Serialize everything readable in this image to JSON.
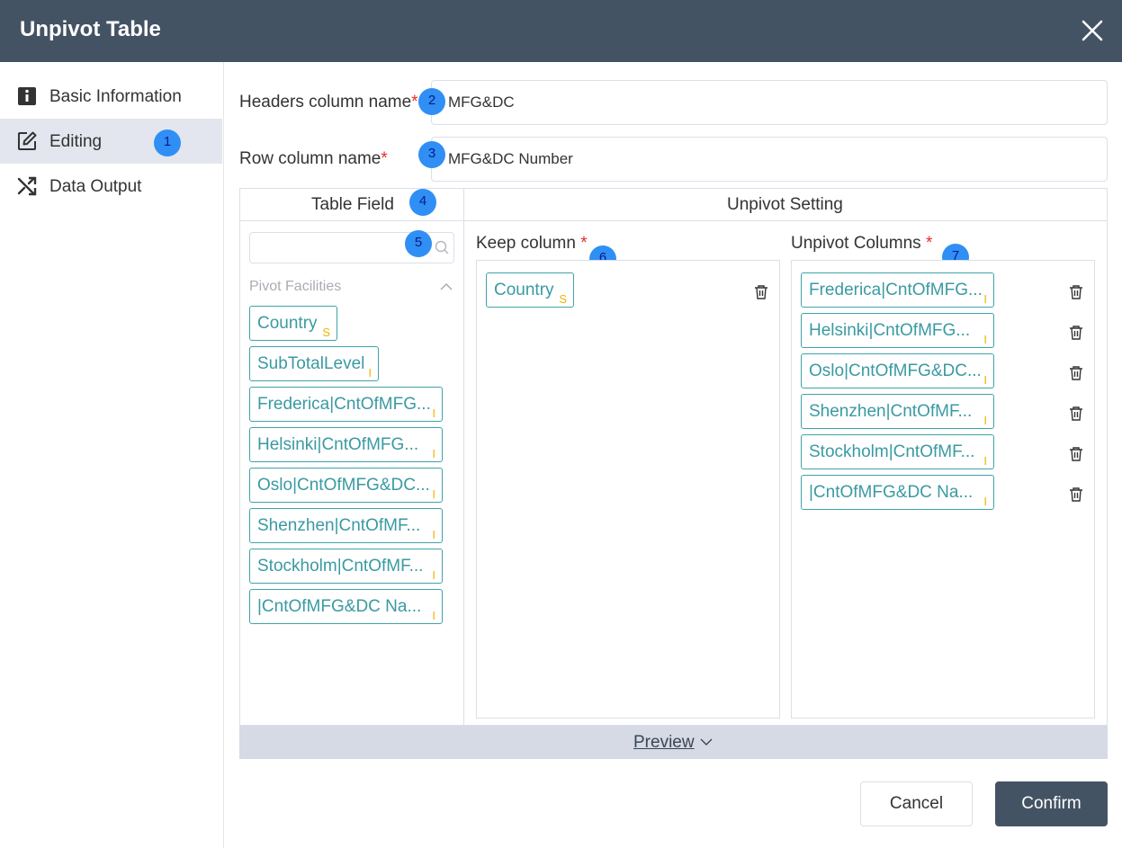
{
  "window": {
    "title": "Unpivot Table"
  },
  "sidebar": {
    "items": [
      {
        "label": "Basic Information",
        "icon": "info-icon"
      },
      {
        "label": "Editing",
        "icon": "edit-icon",
        "active": true
      },
      {
        "label": "Data Output",
        "icon": "shuffle-icon"
      }
    ]
  },
  "form": {
    "headers_label": "Headers column name",
    "headers_value": "MFG&DC",
    "row_label": "Row column name",
    "row_value": "MFG&DC Number",
    "required_mark": "*"
  },
  "table_field": {
    "title": "Table Field",
    "search_placeholder": "",
    "group_label": "Pivot Facilities",
    "fields": [
      {
        "name": "Country",
        "type": "S"
      },
      {
        "name": "SubTotalLevel",
        "type": "I"
      },
      {
        "name": "Frederica|CntOfMFG...",
        "type": "I"
      },
      {
        "name": "Helsinki|CntOfMFG...",
        "type": "I"
      },
      {
        "name": "Oslo|CntOfMFG&DC...",
        "type": "I"
      },
      {
        "name": "Shenzhen|CntOfMF...",
        "type": "I"
      },
      {
        "name": "Stockholm|CntOfMF...",
        "type": "I"
      },
      {
        "name": "|CntOfMFG&DC Na...",
        "type": "I"
      }
    ]
  },
  "unpivot_setting": {
    "title": "Unpivot Setting",
    "keep_label": "Keep column",
    "keep_columns": [
      {
        "name": "Country",
        "type": "S"
      }
    ],
    "unpivot_label": "Unpivot Columns",
    "unpivot_columns": [
      {
        "name": "Frederica|CntOfMFG...",
        "type": "I"
      },
      {
        "name": "Helsinki|CntOfMFG...",
        "type": "I"
      },
      {
        "name": "Oslo|CntOfMFG&DC...",
        "type": "I"
      },
      {
        "name": "Shenzhen|CntOfMF...",
        "type": "I"
      },
      {
        "name": "Stockholm|CntOfMF...",
        "type": "I"
      },
      {
        "name": "|CntOfMFG&DC Na...",
        "type": "I"
      }
    ]
  },
  "preview": {
    "label": "Preview"
  },
  "buttons": {
    "cancel": "Cancel",
    "confirm": "Confirm"
  },
  "annotations": [
    "1",
    "2",
    "3",
    "4",
    "5",
    "6",
    "7"
  ],
  "colors": {
    "header_bg": "#445364",
    "accent_chip": "#3fa3a9",
    "type_marker": "#f0b400",
    "badge": "#2f8ff4",
    "required": "#e0302c"
  }
}
